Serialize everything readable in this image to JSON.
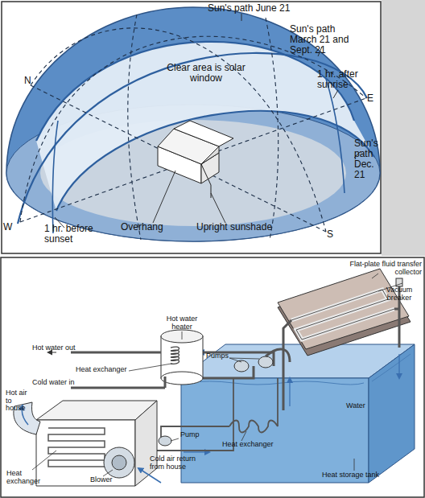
{
  "diagram": {
    "labels": [
      "Sun's path June 21",
      "Sun's path March 21 and Sept. 21",
      "Clear area is solar window",
      "1 hr. after sunrise",
      "N",
      "E",
      "Sun's path Dec. 21",
      "W",
      "1 hr. before sunset",
      "Overhang",
      "Upright sunshade",
      "S",
      "Flat-plate fluid transfer collector",
      "Vacuum breaker",
      "Hot water heater",
      "Hot water out",
      "Pumps",
      "Heat exchanger",
      "Cold water in",
      "Hot air to house",
      "Water",
      "Pump",
      "Heat exchanger",
      "Cold air return from house",
      "Heat exchanger",
      "Blower",
      "Heat storage tank"
    ]
  }
}
